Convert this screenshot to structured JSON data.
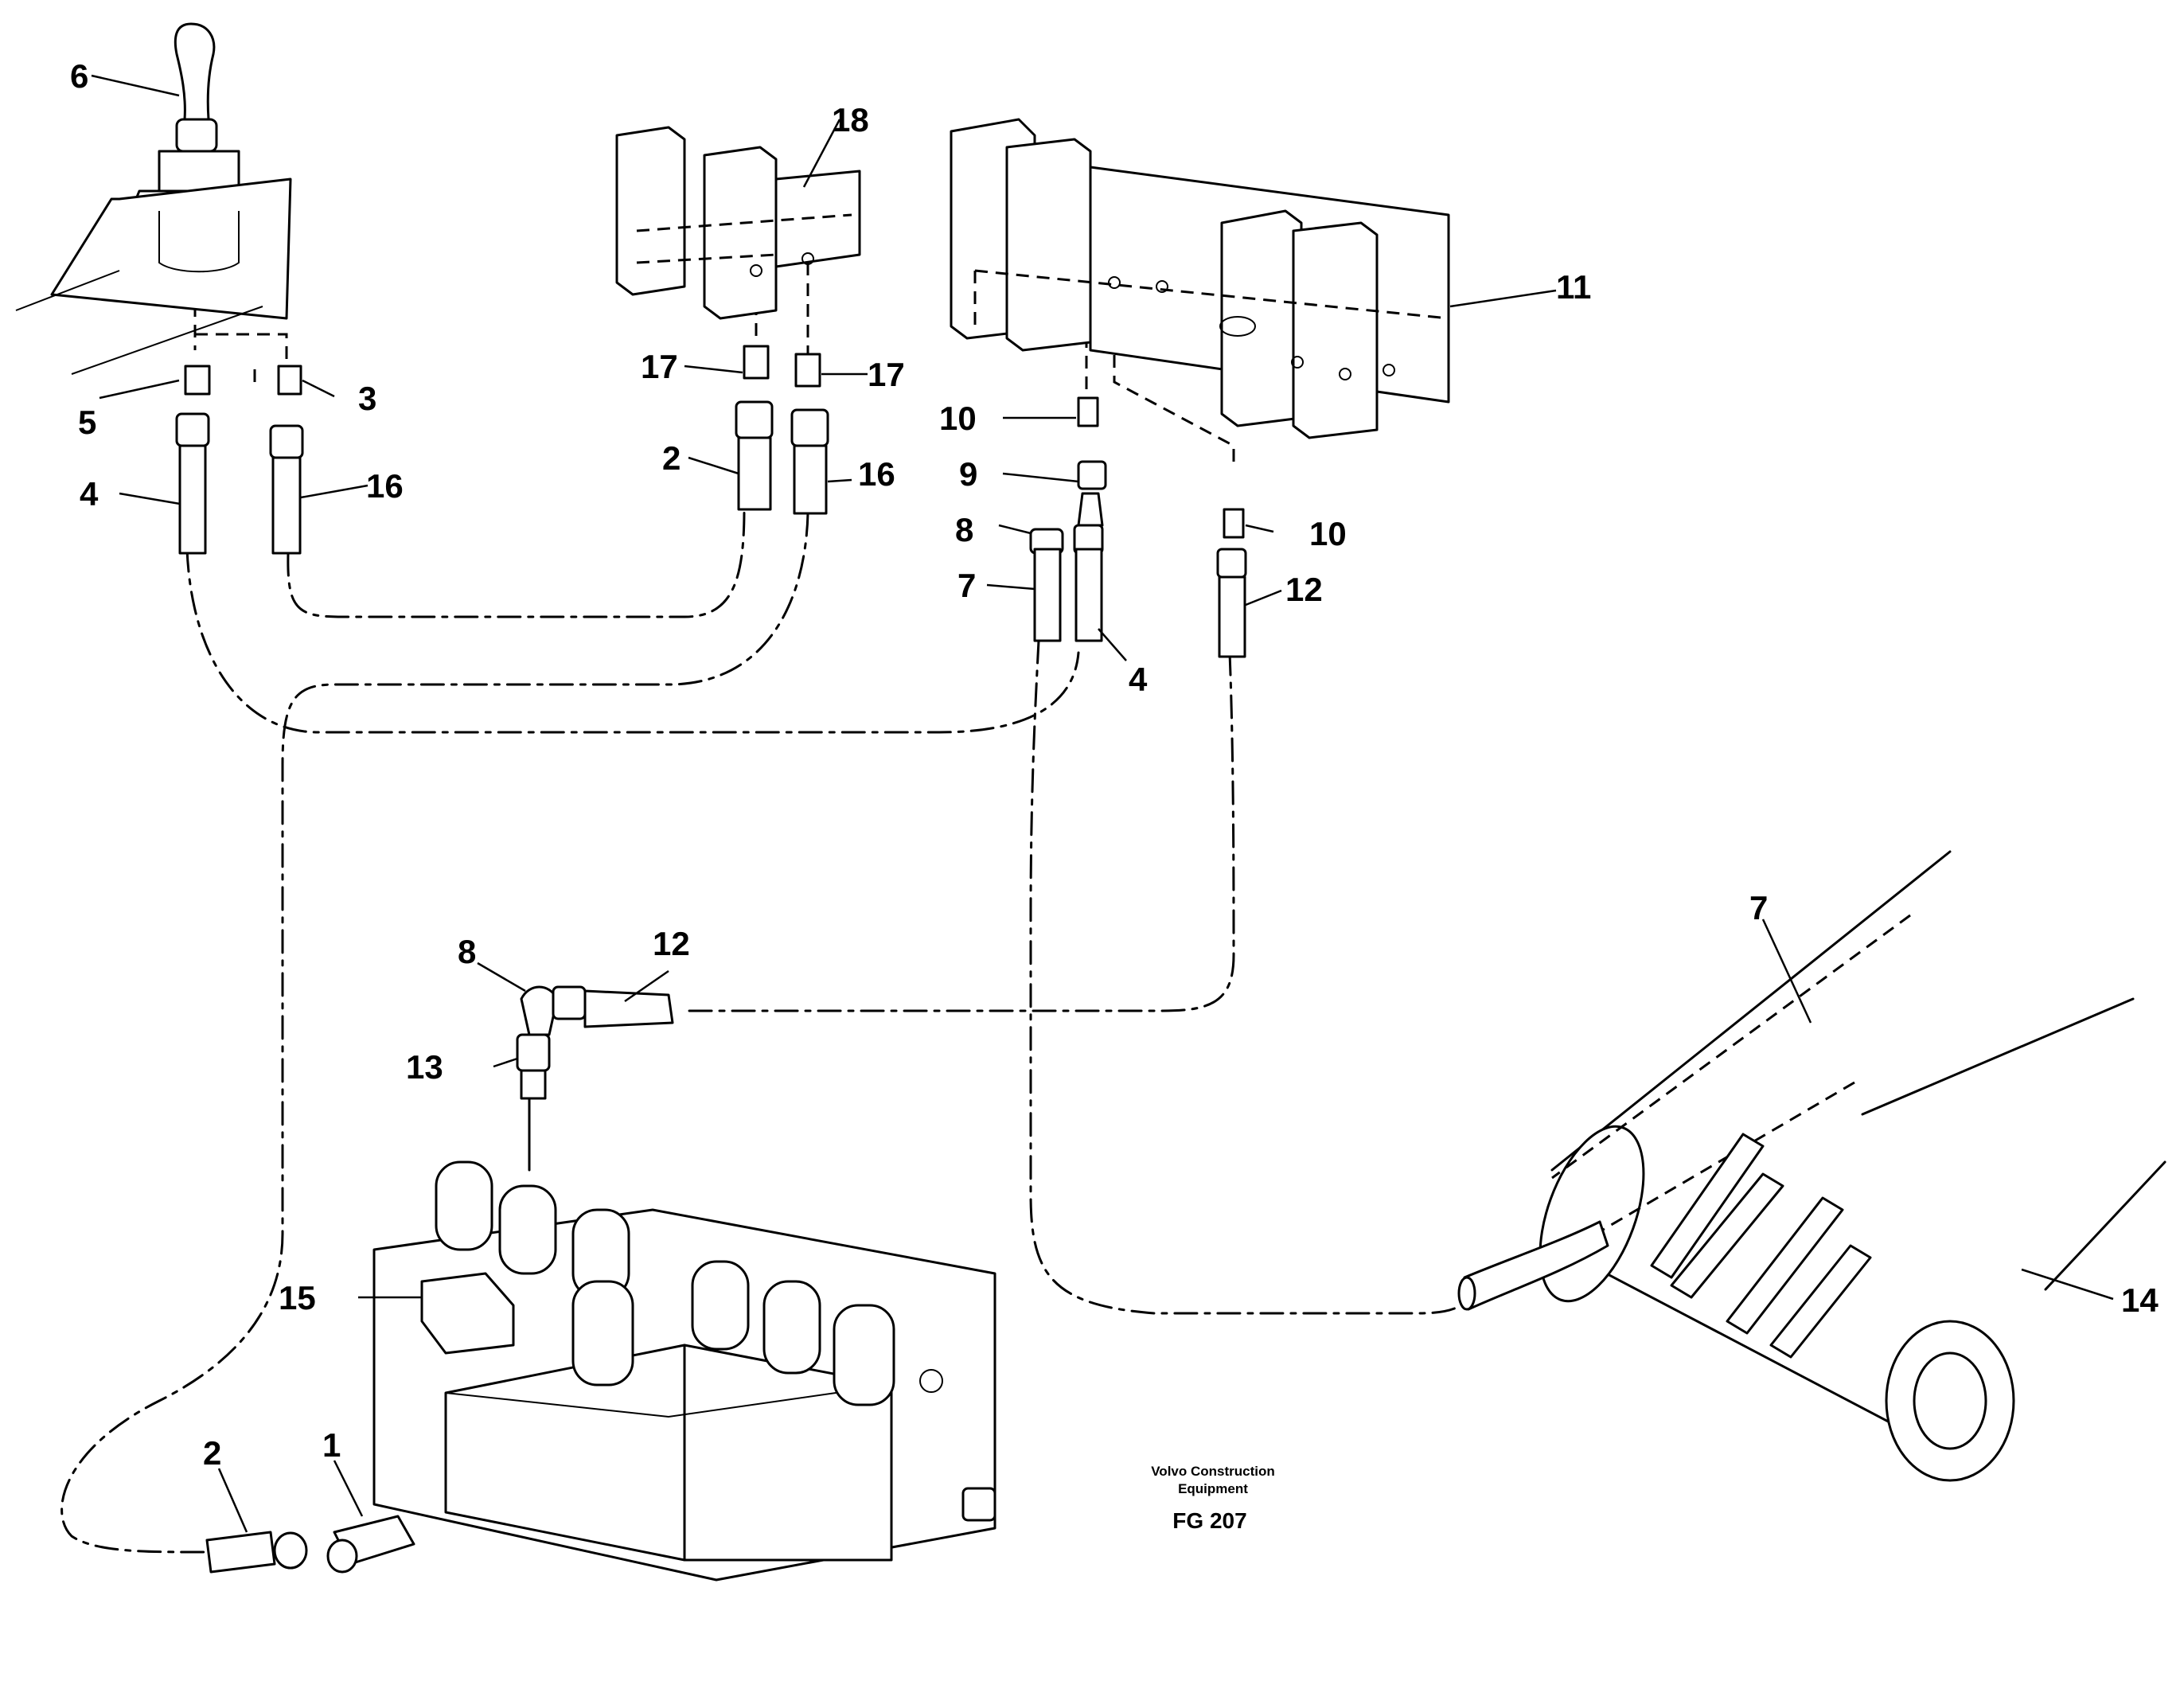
{
  "callouts": {
    "c1": "1",
    "c2a": "2",
    "c2b": "2",
    "c3": "3",
    "c4a": "4",
    "c4b": "4",
    "c5": "5",
    "c6": "6",
    "c7a": "7",
    "c7b": "7",
    "c8a": "8",
    "c8b": "8",
    "c9": "9",
    "c10a": "10",
    "c10b": "10",
    "c11": "11",
    "c12a": "12",
    "c12b": "12",
    "c13": "13",
    "c14": "14",
    "c15": "15",
    "c16a": "16",
    "c16b": "16",
    "c17a": "17",
    "c17b": "17",
    "c18": "18"
  },
  "footer": {
    "brand_line1": "Volvo Construction",
    "brand_line2": "Equipment",
    "figure_code": "FG 207"
  }
}
